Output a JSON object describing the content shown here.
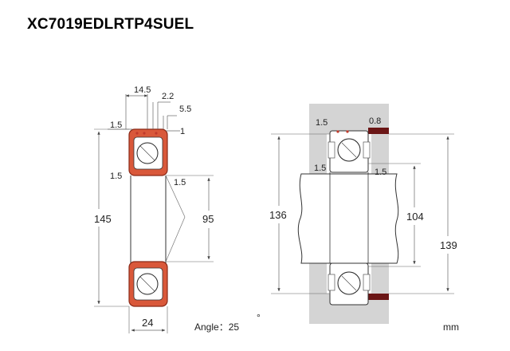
{
  "title": "XC7019EDLRTP4SUEL",
  "left_view": {
    "dims": {
      "d145_top": "14.5",
      "d22": "2.2",
      "d55": "5.5",
      "d15_corner": "1.5",
      "d1": "1",
      "d15_inner_left": "1.5",
      "d15_inner_right": "1.5",
      "outer_diameter": "145",
      "bore_diameter": "95",
      "width": "24"
    }
  },
  "right_view": {
    "dims": {
      "d15_top": "1.5",
      "d08": "0.8",
      "d15_left": "1.5",
      "d15_right": "1.5",
      "housing_bore": "136",
      "shaft": "104",
      "outer_abutment": "139"
    }
  },
  "footer": {
    "angle_label": "Angle：25",
    "degree": "°",
    "unit": "mm"
  },
  "colors": {
    "ring_fill": "#d9583a",
    "ring_stroke": "#8a2a18",
    "housing_fill": "#d4d4d4",
    "spacer_fill": "#6b1616",
    "line": "#333333",
    "dim_line": "#555555",
    "seal_dot": "#c0392b"
  }
}
